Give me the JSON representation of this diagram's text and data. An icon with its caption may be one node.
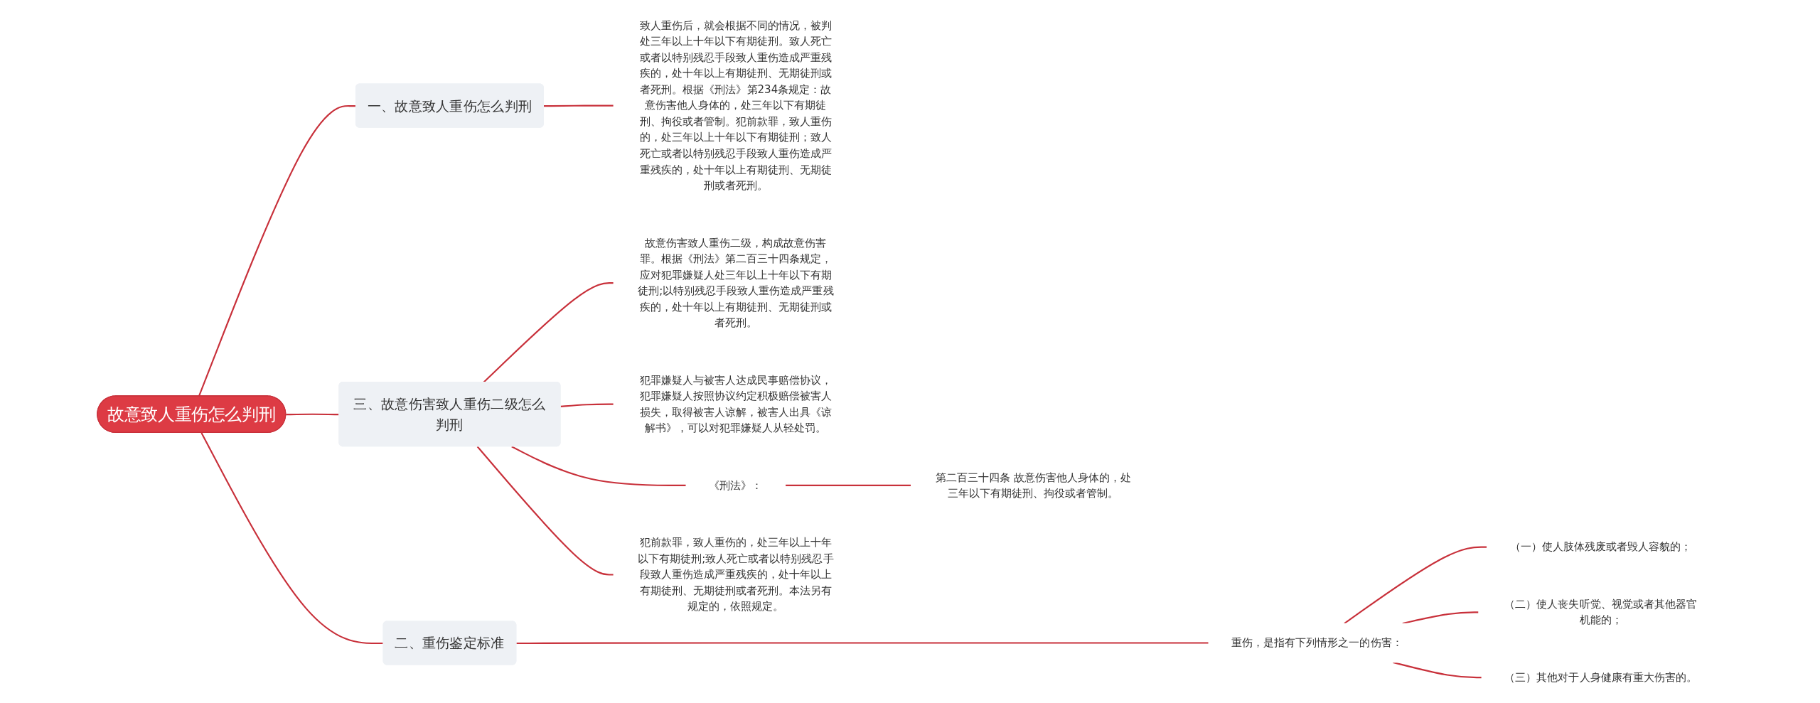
{
  "diagram": {
    "nodes": [
      {
        "text": [
          "故意致人重伤怎么判刑"
        ]
      },
      {
        "text": [
          "一、故意致人重伤怎么判刑"
        ]
      },
      {
        "text": [
          "致人重伤后，就会根据不同的情况，被判处三年以上十年以下有期徒刑。致人死亡或者以特别残忍手段致人重伤造成严重残疾的，处十年以上有期徒刑、无期徒刑或者死刑。根据《刑法》第234条规定：故意伤害他人身体的，处三年以下有期徒刑、拘役或者管制。犯前款罪，致人重伤的，处三年以上十年以下有期徒刑；致人死亡或者以特别残忍手段致人重伤造成严重残疾的，处十年以上有期徒刑、无期徒刑或者死刑。"
        ]
      },
      {
        "text": [
          "二、重伤鉴定标准"
        ]
      },
      {
        "text": [
          "重伤，是指有下列情形之一的伤害："
        ]
      },
      {
        "text": [
          "（一）使人肢体残废或者毁人容貌的；"
        ]
      },
      {
        "text": [
          "（二）使人丧失听觉、视觉或者其他器官机能的；"
        ]
      },
      {
        "text": [
          "（三）其他对于人身健康有重大伤害的。"
        ]
      },
      {
        "text": [
          "三、故意伤害致人重伤二级怎么判刑"
        ]
      },
      {
        "text": [
          "故意伤害致人重伤二级，构成故意伤害罪。根据《刑法》第二百三十四条规定，应对犯罪嫌疑人处三年以上十年以下有期徒刑;以特别残忍手段致人重伤造成严重残疾的，处十年以上有期徒刑、无期徒刑或者死刑。"
        ]
      },
      {
        "text": [
          "犯罪嫌疑人与被害人达成民事赔偿协议，犯罪嫌疑人按照协议约定积极赔偿被害人损失，取得被害人谅解，被害人出具《谅解书》，可以对犯罪嫌疑人从轻处罚。"
        ]
      },
      {
        "text": [
          "《刑法》："
        ]
      },
      {
        "text": [
          "第二百三十四条 故意伤害他人身体的，处三年以下有期徒刑、拘役或者管制。"
        ]
      },
      {
        "text": [
          "犯前款罪，致人重伤的，处三年以上十年以下有期徒刑;致人死亡或者以特别残忍手段致人重伤造成严重残疾的，处十年以上有期徒刑、无期徒刑或者死刑。本法另有规定的，依照规定。"
        ]
      }
    ],
    "edges": [
      {
        "from": 0,
        "to": 1,
        "arrow": "none"
      },
      {
        "from": 1,
        "to": 2,
        "arrow": "none"
      },
      {
        "from": 0,
        "to": 3,
        "arrow": "none"
      },
      {
        "from": 3,
        "to": 4,
        "arrow": "none"
      },
      {
        "from": 4,
        "to": 5,
        "arrow": "none"
      },
      {
        "from": 4,
        "to": 6,
        "arrow": "none"
      },
      {
        "from": 4,
        "to": 7,
        "arrow": "none"
      },
      {
        "from": 0,
        "to": 8,
        "arrow": "none"
      },
      {
        "from": 8,
        "to": 9,
        "arrow": "none"
      },
      {
        "from": 8,
        "to": 10,
        "arrow": "none"
      },
      {
        "from": 8,
        "to": 11,
        "arrow": "none"
      },
      {
        "from": 11,
        "to": 12,
        "arrow": "none"
      },
      {
        "from": 8,
        "to": 13,
        "arrow": "none"
      }
    ]
  }
}
